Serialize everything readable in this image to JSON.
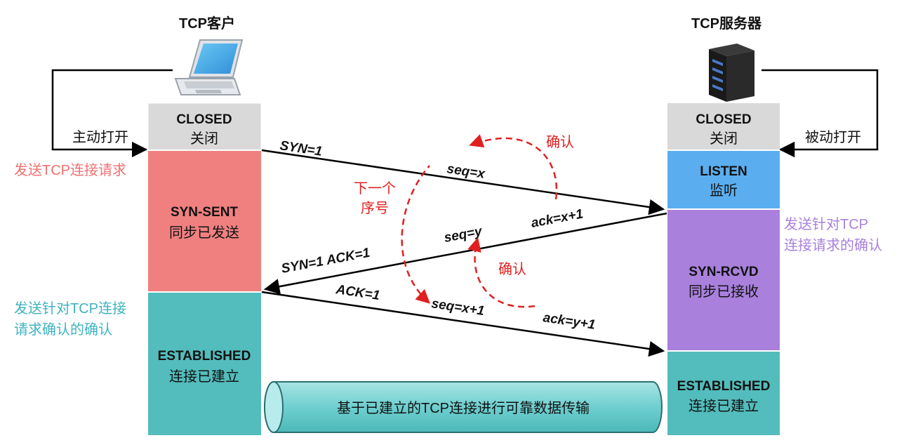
{
  "client": {
    "title": "TCP客户",
    "states": [
      {
        "name": "CLOSED",
        "label": "关闭",
        "color": "#d9d9d9"
      },
      {
        "name": "SYN-SENT",
        "label": "同步已发送",
        "color": "#f08080"
      },
      {
        "name": "ESTABLISHED",
        "label": "连接已建立",
        "color": "#53bcbc"
      }
    ],
    "active_open": "主动打开",
    "note_send_request": "发送TCP连接请求",
    "note_send_ack_line1": "发送针对TCP连接",
    "note_send_ack_line2": "请求确认的确认"
  },
  "server": {
    "title": "TCP服务器",
    "states": [
      {
        "name": "CLOSED",
        "label": "关闭",
        "color": "#d9d9d9"
      },
      {
        "name": "LISTEN",
        "label": "监听",
        "color": "#5aaef0"
      },
      {
        "name": "SYN-RCVD",
        "label": "同步已接收",
        "color": "#a980dc"
      },
      {
        "name": "ESTABLISHED",
        "label": "连接已建立",
        "color": "#53bcbc"
      }
    ],
    "passive_open": "被动打开",
    "note_line1": "发送针对TCP",
    "note_line2": "连接请求的确认"
  },
  "messages": {
    "m1_flags": "SYN=1",
    "m1_seq": "seq=x",
    "m2_flags": "SYN=1  ACK=1",
    "m2_seq": "seq=y",
    "m2_ack": "ack=x+1",
    "m3_flags": "ACK=1",
    "m3_seq": "seq=x+1",
    "m3_ack": "ack=y+1"
  },
  "annotations": {
    "confirm_top": "确认",
    "confirm_mid": "确认",
    "next_seq_line1": "下一个",
    "next_seq_line2": "序号"
  },
  "pipe_label": "基于已建立的TCP连接进行可靠数据传输",
  "colors": {
    "note_red": "#f07070",
    "note_teal": "#3fb3c0",
    "note_purple": "#a980dc",
    "dashed_red": "#e02020"
  }
}
